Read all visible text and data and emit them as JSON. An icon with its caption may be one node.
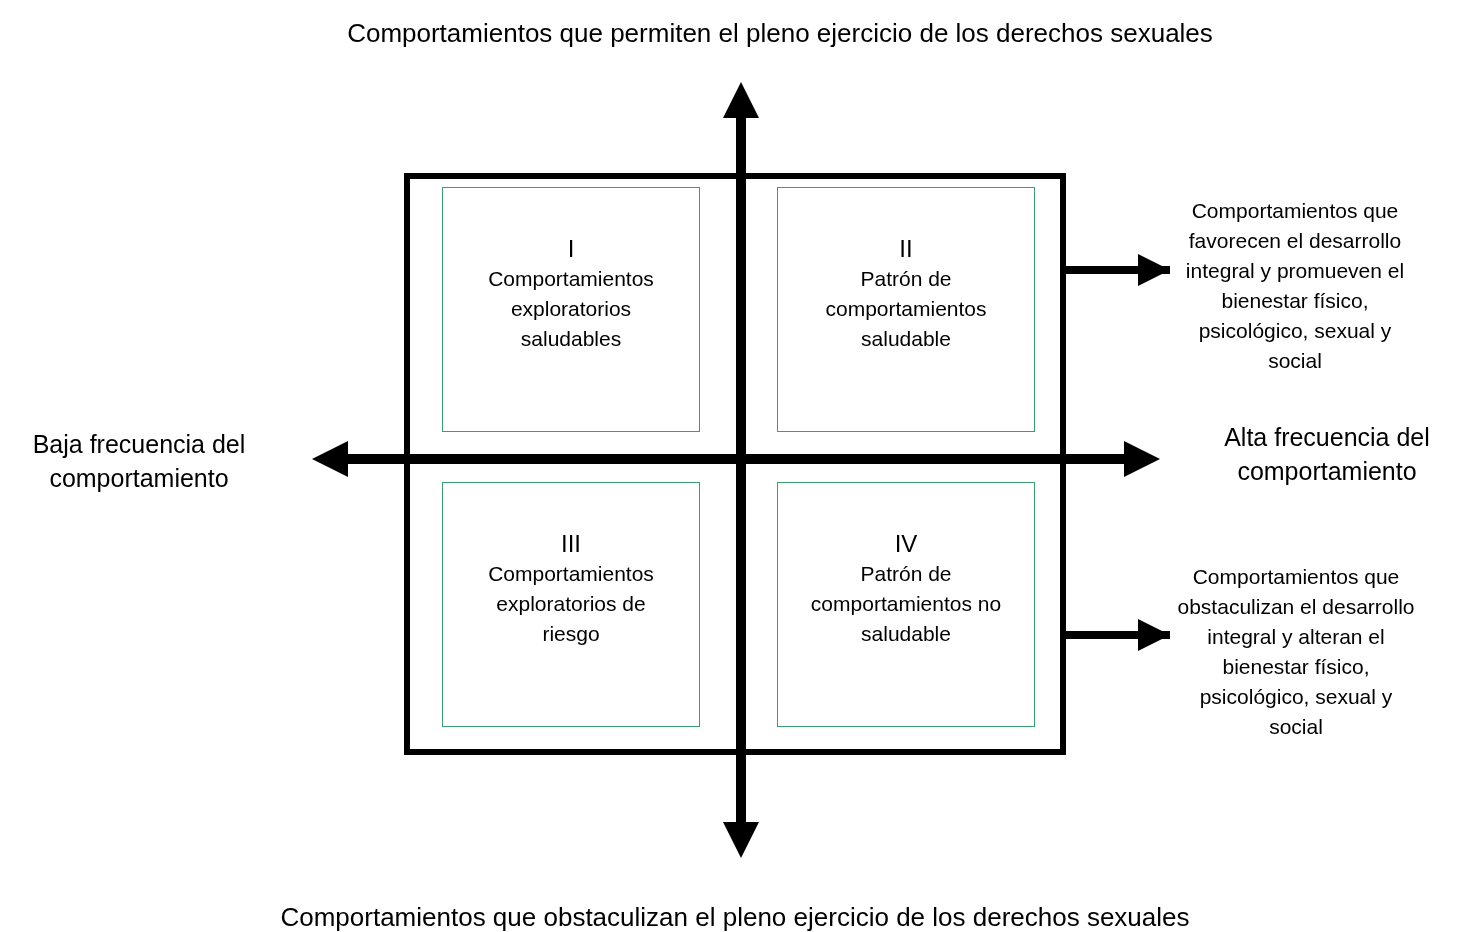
{
  "diagram": {
    "nodes": [
      {
        "text": [],
        "shape": "box"
      },
      {
        "text": [
          "I",
          "Comportamientos exploratorios saludables"
        ],
        "in": 0
      },
      {
        "text": [
          "II",
          "Patrón de comportamientos saludable"
        ],
        "in": 0
      },
      {
        "text": [
          "III",
          "Comportamientos exploratorios de riesgo"
        ],
        "in": 0
      },
      {
        "text": [
          "IV",
          "Patrón de comportamientos no saludable"
        ],
        "in": 0
      },
      {
        "text": [
          "Comportamientos que favorecen el desarrollo integral y promueven el bienestar físico, psicológico, sexual y social"
        ]
      },
      {
        "text": [
          "Comportamientos que obstaculizan el desarrollo integral y alteran el bienestar físico, psicológico, sexual y social"
        ]
      }
    ],
    "edges": [
      {
        "from": 0,
        "to": 5,
        "arrow": "to"
      },
      {
        "from": 0,
        "to": 6,
        "arrow": "to"
      }
    ],
    "labels": [
      "Comportamientos que permiten el pleno ejercicio de los derechos sexuales",
      "Baja frecuencia del comportamiento",
      "Alta frecuencia del comportamiento",
      "Comportamientos que obstaculizan el pleno ejercicio de los derechos sexuales"
    ]
  }
}
